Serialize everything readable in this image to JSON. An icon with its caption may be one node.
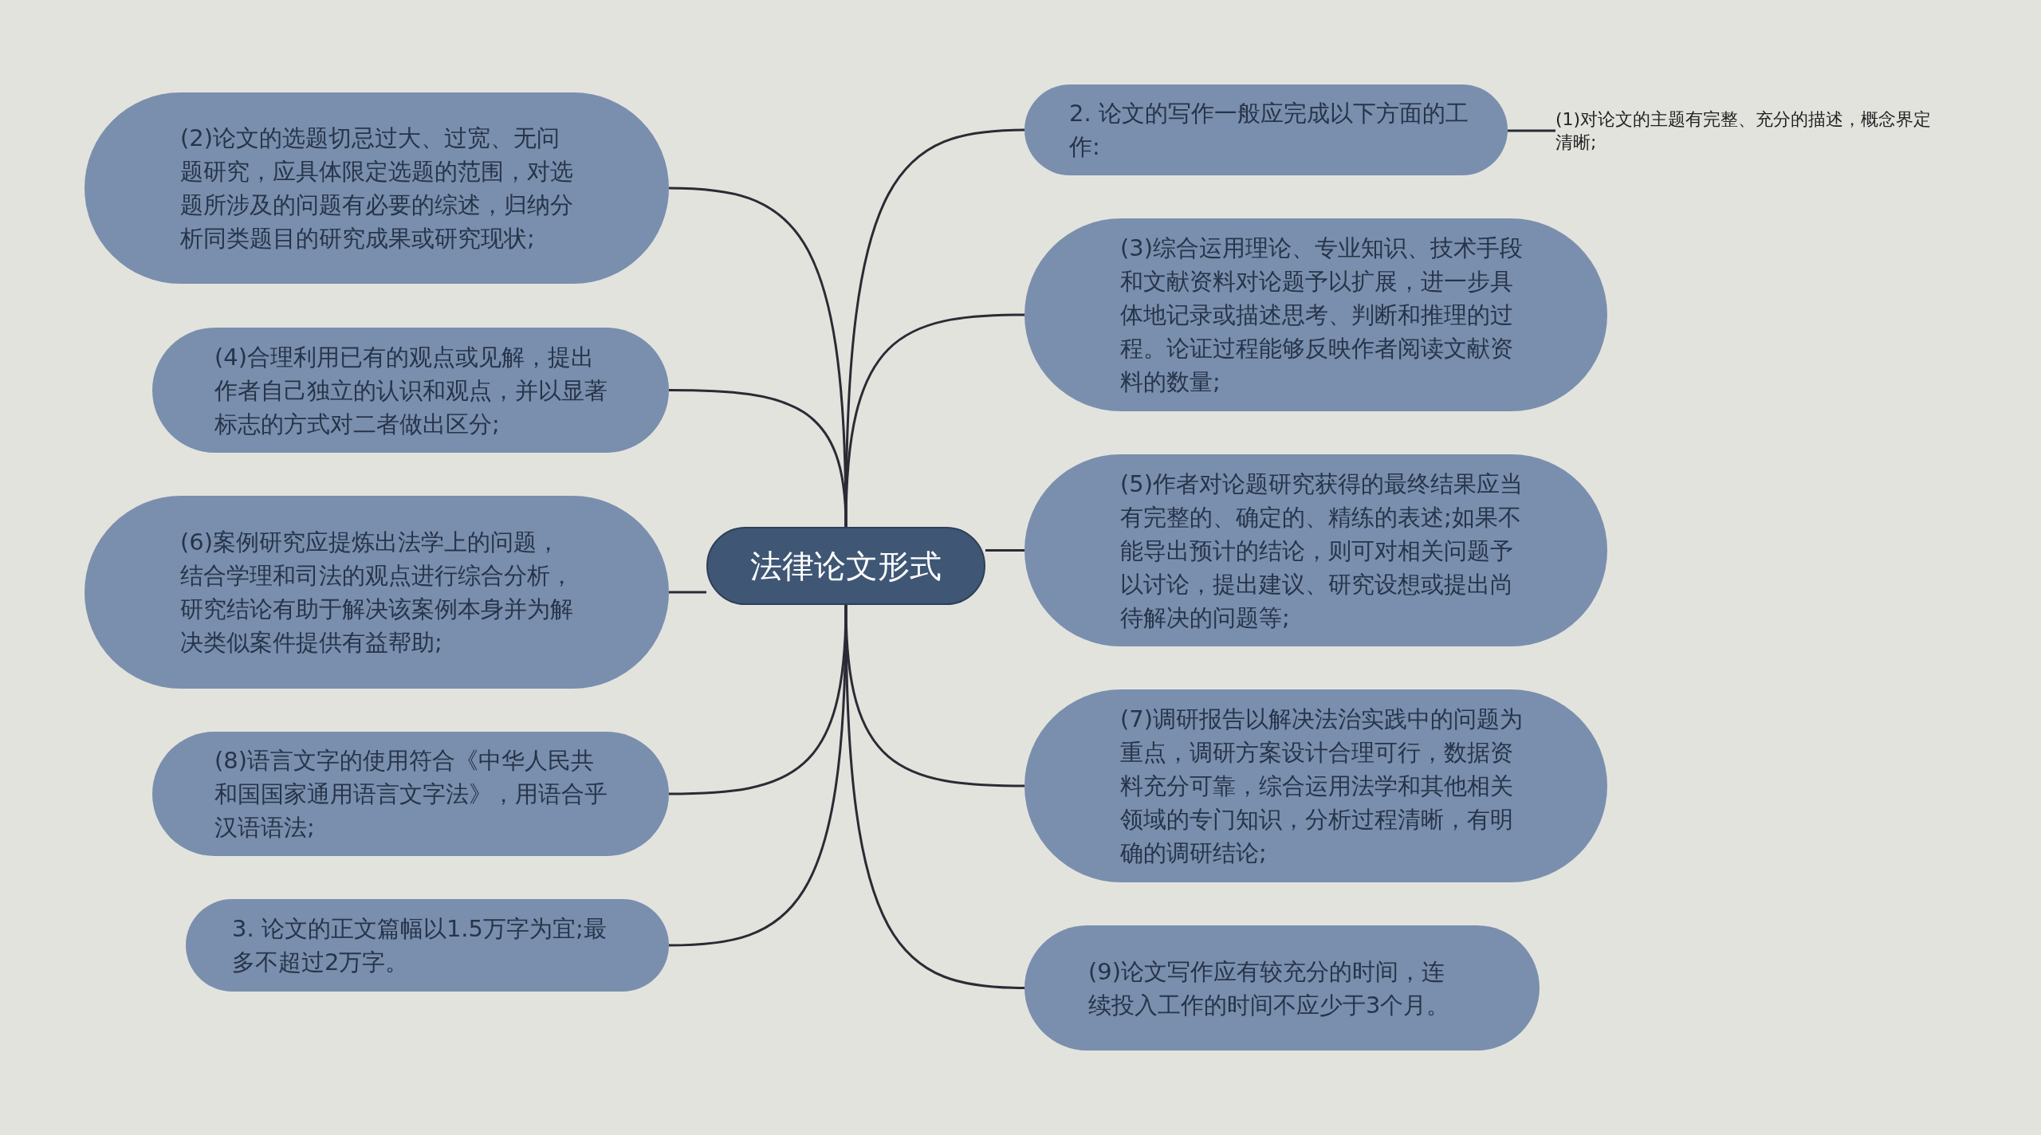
{
  "diagram": {
    "nodes": [
      {
        "text": [
          "法律论文形式"
        ]
      },
      {
        "text": [
          "2. 论文的写作一般应完成以下方面的工作:"
        ]
      },
      {
        "text": [
          "(1)对论文的主题有完整、充分的描述，概念界定清晰;"
        ]
      },
      {
        "text": [
          "(3)综合运用理论、专业知识、技术手段和文献资料对论题予以扩展，进一步具体地记录或描述思考、判断和推理的过程。论证过程能够反映作者阅读文献资料的数量;"
        ]
      },
      {
        "text": [
          "(5)作者对论题研究获得的最终结果应当有完整的、确定的、精练的表述;如果不能导出预计的结论，则可对相关问题予以讨论，提出建议、研究设想或提出尚待解决的问题等;"
        ]
      },
      {
        "text": [
          "(7)调研报告以解决法治实践中的问题为重点，调研方案设计合理可行，数据资料充分可靠，综合运用法学和其他相关领域的专门知识，分析过程清晰，有明确的调研结论;"
        ]
      },
      {
        "text": [
          "(9)论文写作应有较充分的时间，连续投入工作的时间不应少于3个月。"
        ]
      },
      {
        "text": [
          "(2)论文的选题切忌过大、过宽、无问题研究，应具体限定选题的范围，对选题所涉及的问题有必要的综述，归纳分析同类题目的研究成果或研究现状;"
        ]
      },
      {
        "text": [
          "(4)合理利用已有的观点或见解，提出作者自己独立的认识和观点，并以显著标志的方式对二者做出区分;"
        ]
      },
      {
        "text": [
          "(6)案例研究应提炼出法学上的问题，结合学理和司法的观点进行综合分析，研究结论有助于解决该案例本身并为解决类似案件提供有益帮助;"
        ]
      },
      {
        "text": [
          "(8)语言文字的使用符合《中华人民共和国国家通用语言文字法》，用语合乎汉语语法;"
        ]
      },
      {
        "text": [
          "3. 论文的正文篇幅以1.5万字为宜;最多不超过2万字。"
        ]
      }
    ],
    "edges": [
      {
        "from": 0,
        "to": 1,
        "arrow": "none"
      },
      {
        "from": 1,
        "to": 2,
        "arrow": "none"
      },
      {
        "from": 0,
        "to": 3,
        "arrow": "none"
      },
      {
        "from": 0,
        "to": 4,
        "arrow": "none"
      },
      {
        "from": 0,
        "to": 5,
        "arrow": "none"
      },
      {
        "from": 0,
        "to": 6,
        "arrow": "none"
      },
      {
        "from": 0,
        "to": 7,
        "arrow": "none"
      },
      {
        "from": 0,
        "to": 8,
        "arrow": "none"
      },
      {
        "from": 0,
        "to": 9,
        "arrow": "none"
      },
      {
        "from": 0,
        "to": 10,
        "arrow": "none"
      },
      {
        "from": 0,
        "to": 11,
        "arrow": "none"
      }
    ]
  }
}
